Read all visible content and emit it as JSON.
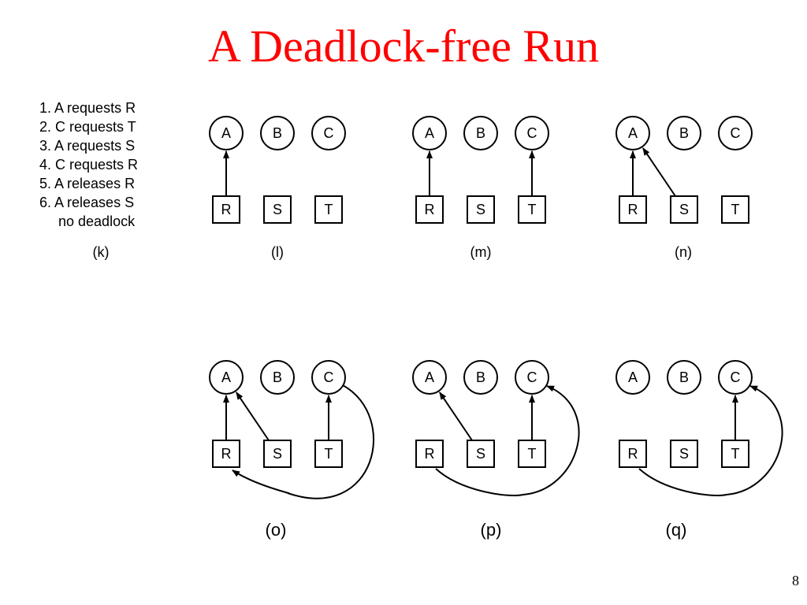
{
  "slide": {
    "title": "A Deadlock-free Run",
    "page_number": "8"
  },
  "steps": [
    "1. A requests R",
    "2. C requests T",
    "3. A requests S",
    "4. C requests R",
    "5. A releases R",
    "6. A releases S",
    "no deadlock"
  ],
  "processes": [
    "A",
    "B",
    "C"
  ],
  "resources": [
    "R",
    "S",
    "T"
  ],
  "panels": [
    {
      "label": "(k)"
    },
    {
      "label": "(l)",
      "edges": [
        {
          "from": "R",
          "to": "A",
          "kind": "assigned"
        }
      ]
    },
    {
      "label": "(m)",
      "edges": [
        {
          "from": "R",
          "to": "A",
          "kind": "assigned"
        },
        {
          "from": "T",
          "to": "C",
          "kind": "assigned"
        }
      ]
    },
    {
      "label": "(n)",
      "edges": [
        {
          "from": "R",
          "to": "A",
          "kind": "assigned"
        },
        {
          "from": "S",
          "to": "A",
          "kind": "assigned"
        }
      ]
    },
    {
      "label": "(o)",
      "edges": [
        {
          "from": "R",
          "to": "A",
          "kind": "assigned"
        },
        {
          "from": "S",
          "to": "A",
          "kind": "assigned"
        },
        {
          "from": "T",
          "to": "C",
          "kind": "assigned"
        },
        {
          "from": "C",
          "to": "R",
          "kind": "request"
        }
      ]
    },
    {
      "label": "(p)",
      "edges": [
        {
          "from": "S",
          "to": "A",
          "kind": "assigned"
        },
        {
          "from": "T",
          "to": "C",
          "kind": "assigned"
        },
        {
          "from": "R",
          "to": "C",
          "kind": "assigned"
        }
      ]
    },
    {
      "label": "(q)",
      "edges": [
        {
          "from": "T",
          "to": "C",
          "kind": "assigned"
        },
        {
          "from": "R",
          "to": "C",
          "kind": "assigned"
        }
      ]
    }
  ],
  "colors": {
    "title": "#ff0000",
    "stroke": "#000000"
  }
}
